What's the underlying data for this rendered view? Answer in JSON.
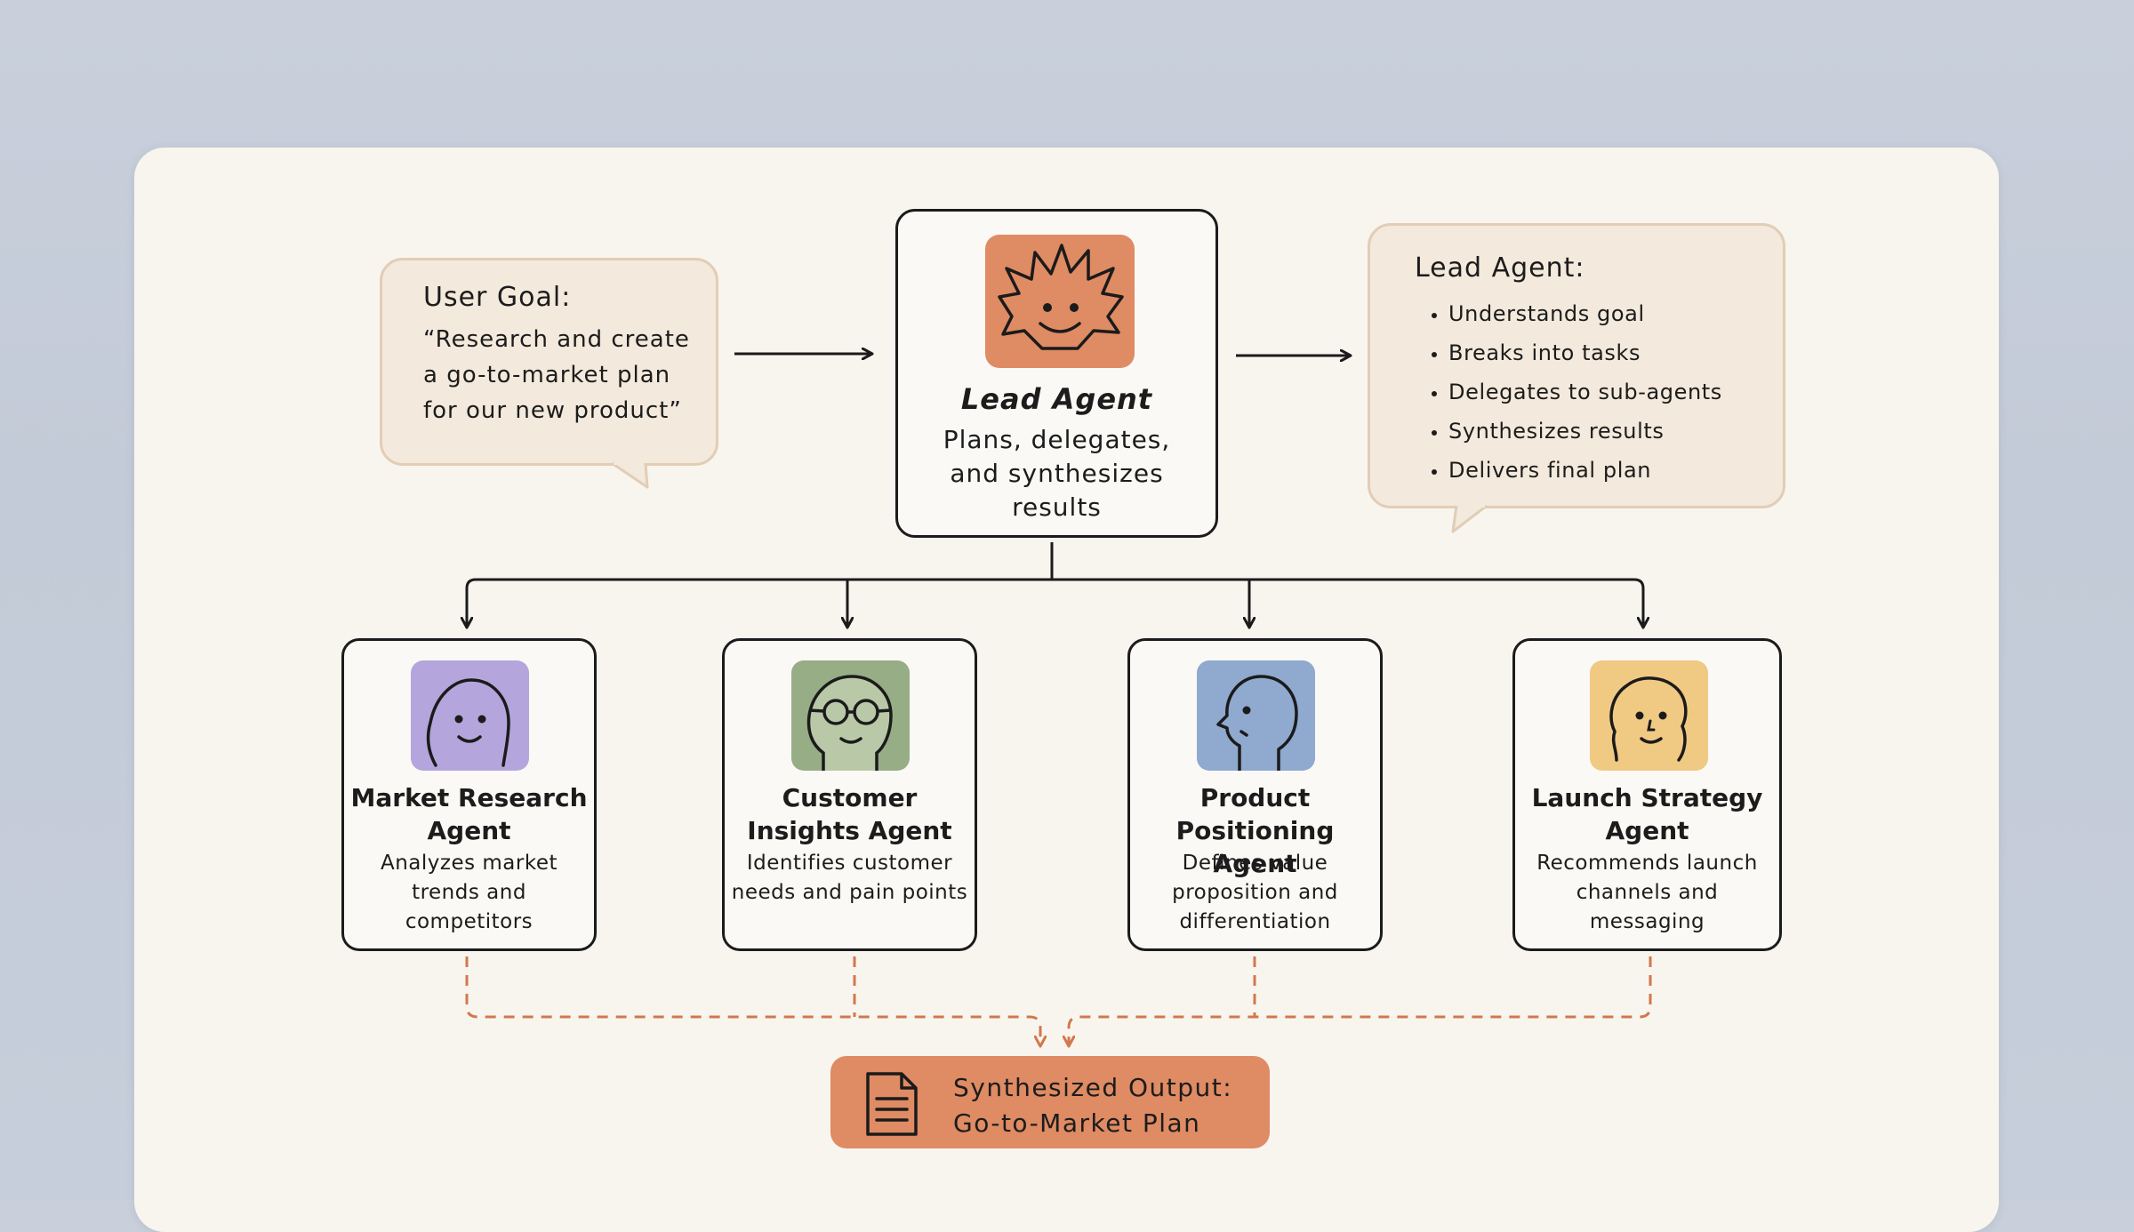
{
  "user_goal": {
    "title": "User Goal:",
    "quote": "“Research and create\na go-to-market plan\nfor our new product”"
  },
  "lead_agent": {
    "name": "Lead Agent",
    "description": "Plans, delegates, and synthesizes results",
    "icon": "spiky-face-icon",
    "color": "#df8b63"
  },
  "lead_info": {
    "title": "Lead Agent:",
    "items": [
      "Understands goal",
      "Breaks into tasks",
      "Delegates to sub-agents",
      "Synthesizes results",
      "Delivers final plan"
    ]
  },
  "sub_agents": [
    {
      "name": "Market Research Agent",
      "description": "Analyzes market trends and competitors",
      "icon": "round-face-icon",
      "color": "#b4a6dc"
    },
    {
      "name": "Customer Insights Agent",
      "description": "Identifies customer needs and pain points",
      "icon": "glasses-face-icon",
      "color": "#97ad86"
    },
    {
      "name": "Product Positioning Agent",
      "description": "Defines value proposition and differentiation",
      "icon": "profile-head-icon",
      "color": "#8fa9cf"
    },
    {
      "name": "Launch Strategy Agent",
      "description": "Recommends launch channels and messaging",
      "icon": "blob-face-icon",
      "color": "#f0c983"
    }
  ],
  "output": {
    "label": "Synthesized Output:",
    "value": "Go-to-Market Plan",
    "icon": "document-icon",
    "color": "#df8b63"
  },
  "colors": {
    "card_background": "#f8f5ef",
    "bubble_fill": "#f3e9dc",
    "dashed_connector": "#d2784c"
  }
}
